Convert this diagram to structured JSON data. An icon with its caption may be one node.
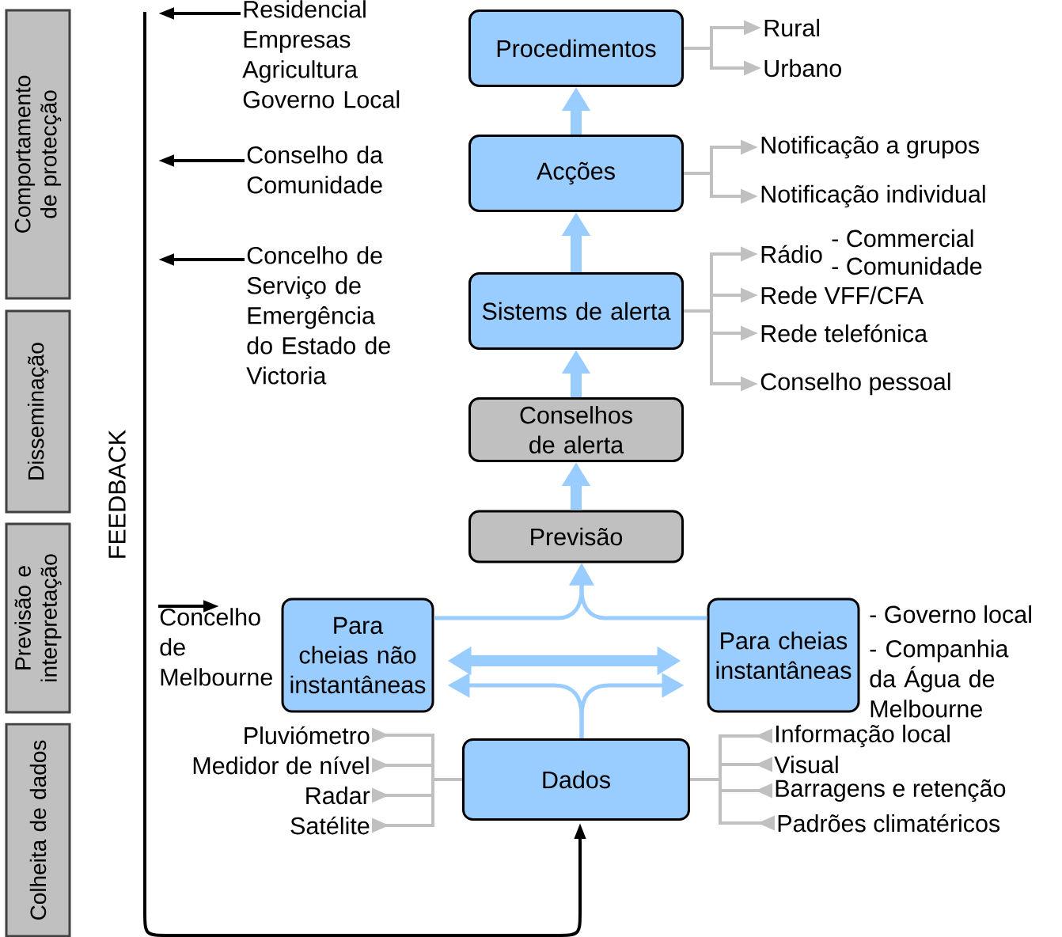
{
  "diagram": {
    "nodes": [
      {
        "text": [
          "Comportamento de protecção"
        ]
      },
      {
        "text": [
          "Disseminação"
        ]
      },
      {
        "text": [
          "Previsão e interpretação"
        ]
      },
      {
        "text": [
          "Colheita de dados"
        ]
      },
      {
        "text": [
          "Procedimentos"
        ]
      },
      {
        "text": [
          "Acções"
        ]
      },
      {
        "text": [
          "Sistems de alerta"
        ]
      },
      {
        "text": [
          "Conselhos de alerta"
        ]
      },
      {
        "text": [
          "Previsão"
        ]
      },
      {
        "text": [
          "Para cheias não instantâneas"
        ]
      },
      {
        "text": [
          "Para cheias instantâneas"
        ],
        "beside": [
          "- Governo local",
          "- Companhia da Água de Melbourne"
        ]
      },
      {
        "text": [
          "Dados"
        ]
      },
      {
        "text": [
          "Rural"
        ]
      },
      {
        "text": [
          "Urbano"
        ]
      },
      {
        "text": [
          "Notificação a grupos"
        ]
      },
      {
        "text": [
          "Notificação individual"
        ]
      },
      {
        "text": [
          "Rádio"
        ],
        "beside": [
          "- Commercial",
          "- Comunidade"
        ]
      },
      {
        "text": [
          "Rede VFF/CFA"
        ]
      },
      {
        "text": [
          "Rede telefónica"
        ]
      },
      {
        "text": [
          "Conselho pessoal"
        ]
      },
      {
        "text": [
          "Pluviómetro"
        ]
      },
      {
        "text": [
          "Medidor de nível"
        ]
      },
      {
        "text": [
          "Radar"
        ]
      },
      {
        "text": [
          "Satélite"
        ]
      },
      {
        "text": [
          "Informação local"
        ]
      },
      {
        "text": [
          "Visual"
        ]
      },
      {
        "text": [
          "Barragens e retenção"
        ]
      },
      {
        "text": [
          "Padrões climatéricos"
        ]
      },
      {
        "text": [
          "Residencial Empresas Agricultura Governo Local"
        ]
      },
      {
        "text": [
          "Conselho da Comunidade"
        ]
      },
      {
        "text": [
          "Concelho de Serviço de Emergência do Estado de Victoria"
        ]
      },
      {
        "text": [
          "Concelho de Melbourne"
        ]
      }
    ],
    "edges": [
      {
        "from": 5,
        "to": 4,
        "arrow": "to",
        "style": "thick",
        "color": "#99ccff"
      },
      {
        "from": 6,
        "to": 5,
        "arrow": "to",
        "style": "thick",
        "color": "#99ccff"
      },
      {
        "from": 7,
        "to": 6,
        "arrow": "to",
        "style": "thick",
        "color": "#99ccff"
      },
      {
        "from": 8,
        "to": 7,
        "arrow": "to",
        "style": "thick",
        "color": "#99ccff"
      },
      {
        "from": 9,
        "to": 8,
        "arrow": "to",
        "color": "#99ccff"
      },
      {
        "from": 10,
        "to": 8,
        "arrow": "to",
        "color": "#99ccff"
      },
      {
        "from": 9,
        "to": 10,
        "arrow": "both",
        "style": "thick",
        "color": "#99ccff"
      },
      {
        "from": 11,
        "to": 9,
        "arrow": "to",
        "color": "#99ccff"
      },
      {
        "from": 11,
        "to": 10,
        "arrow": "to",
        "color": "#99ccff"
      },
      {
        "from": 4,
        "to": 12,
        "arrow": "to"
      },
      {
        "from": 4,
        "to": 13,
        "arrow": "to"
      },
      {
        "from": 5,
        "to": 14,
        "arrow": "to"
      },
      {
        "from": 5,
        "to": 15,
        "arrow": "to"
      },
      {
        "from": 6,
        "to": 16,
        "arrow": "to"
      },
      {
        "from": 6,
        "to": 17,
        "arrow": "to"
      },
      {
        "from": 6,
        "to": 18,
        "arrow": "to"
      },
      {
        "from": 6,
        "to": 19,
        "arrow": "to"
      },
      {
        "from": 20,
        "to": 11,
        "arrow": "to"
      },
      {
        "from": 21,
        "to": 11,
        "arrow": "to"
      },
      {
        "from": 22,
        "to": 11,
        "arrow": "to"
      },
      {
        "from": 23,
        "to": 11,
        "arrow": "to"
      },
      {
        "from": 24,
        "to": 11,
        "arrow": "to"
      },
      {
        "from": 25,
        "to": 11,
        "arrow": "to"
      },
      {
        "from": 26,
        "to": 11,
        "arrow": "to"
      },
      {
        "from": 27,
        "to": 11,
        "arrow": "to"
      },
      {
        "from": null,
        "to": 11,
        "arrow": "to",
        "color": "#000000"
      },
      {
        "from": 28,
        "to": null,
        "arrow": "to",
        "color": "#000000"
      },
      {
        "from": 29,
        "to": null,
        "arrow": "to",
        "color": "#000000"
      },
      {
        "from": 30,
        "to": null,
        "arrow": "to",
        "color": "#000000"
      },
      {
        "from": null,
        "to": 31,
        "arrow": "to",
        "color": "#000000"
      }
    ],
    "labels": [
      "FEEDBACK"
    ]
  }
}
